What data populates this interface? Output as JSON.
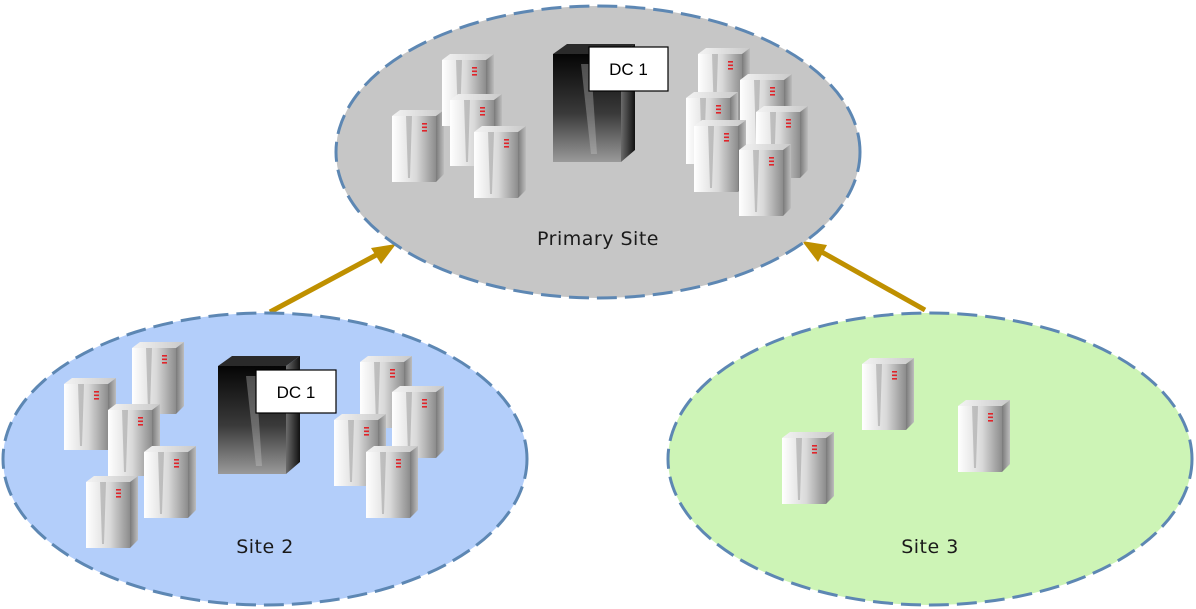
{
  "colors": {
    "primary_fill": "#c6c6c6",
    "site2_fill": "#b3cefa",
    "site3_fill": "#cdf4b6",
    "border_dash": "#5d87b3",
    "arrow": "#bf9000"
  },
  "primary_site": {
    "label": "Primary Site",
    "dc_label": "DC 1"
  },
  "site2": {
    "label": "Site 2",
    "dc_label": "DC 1"
  },
  "site3": {
    "label": "Site 3"
  }
}
